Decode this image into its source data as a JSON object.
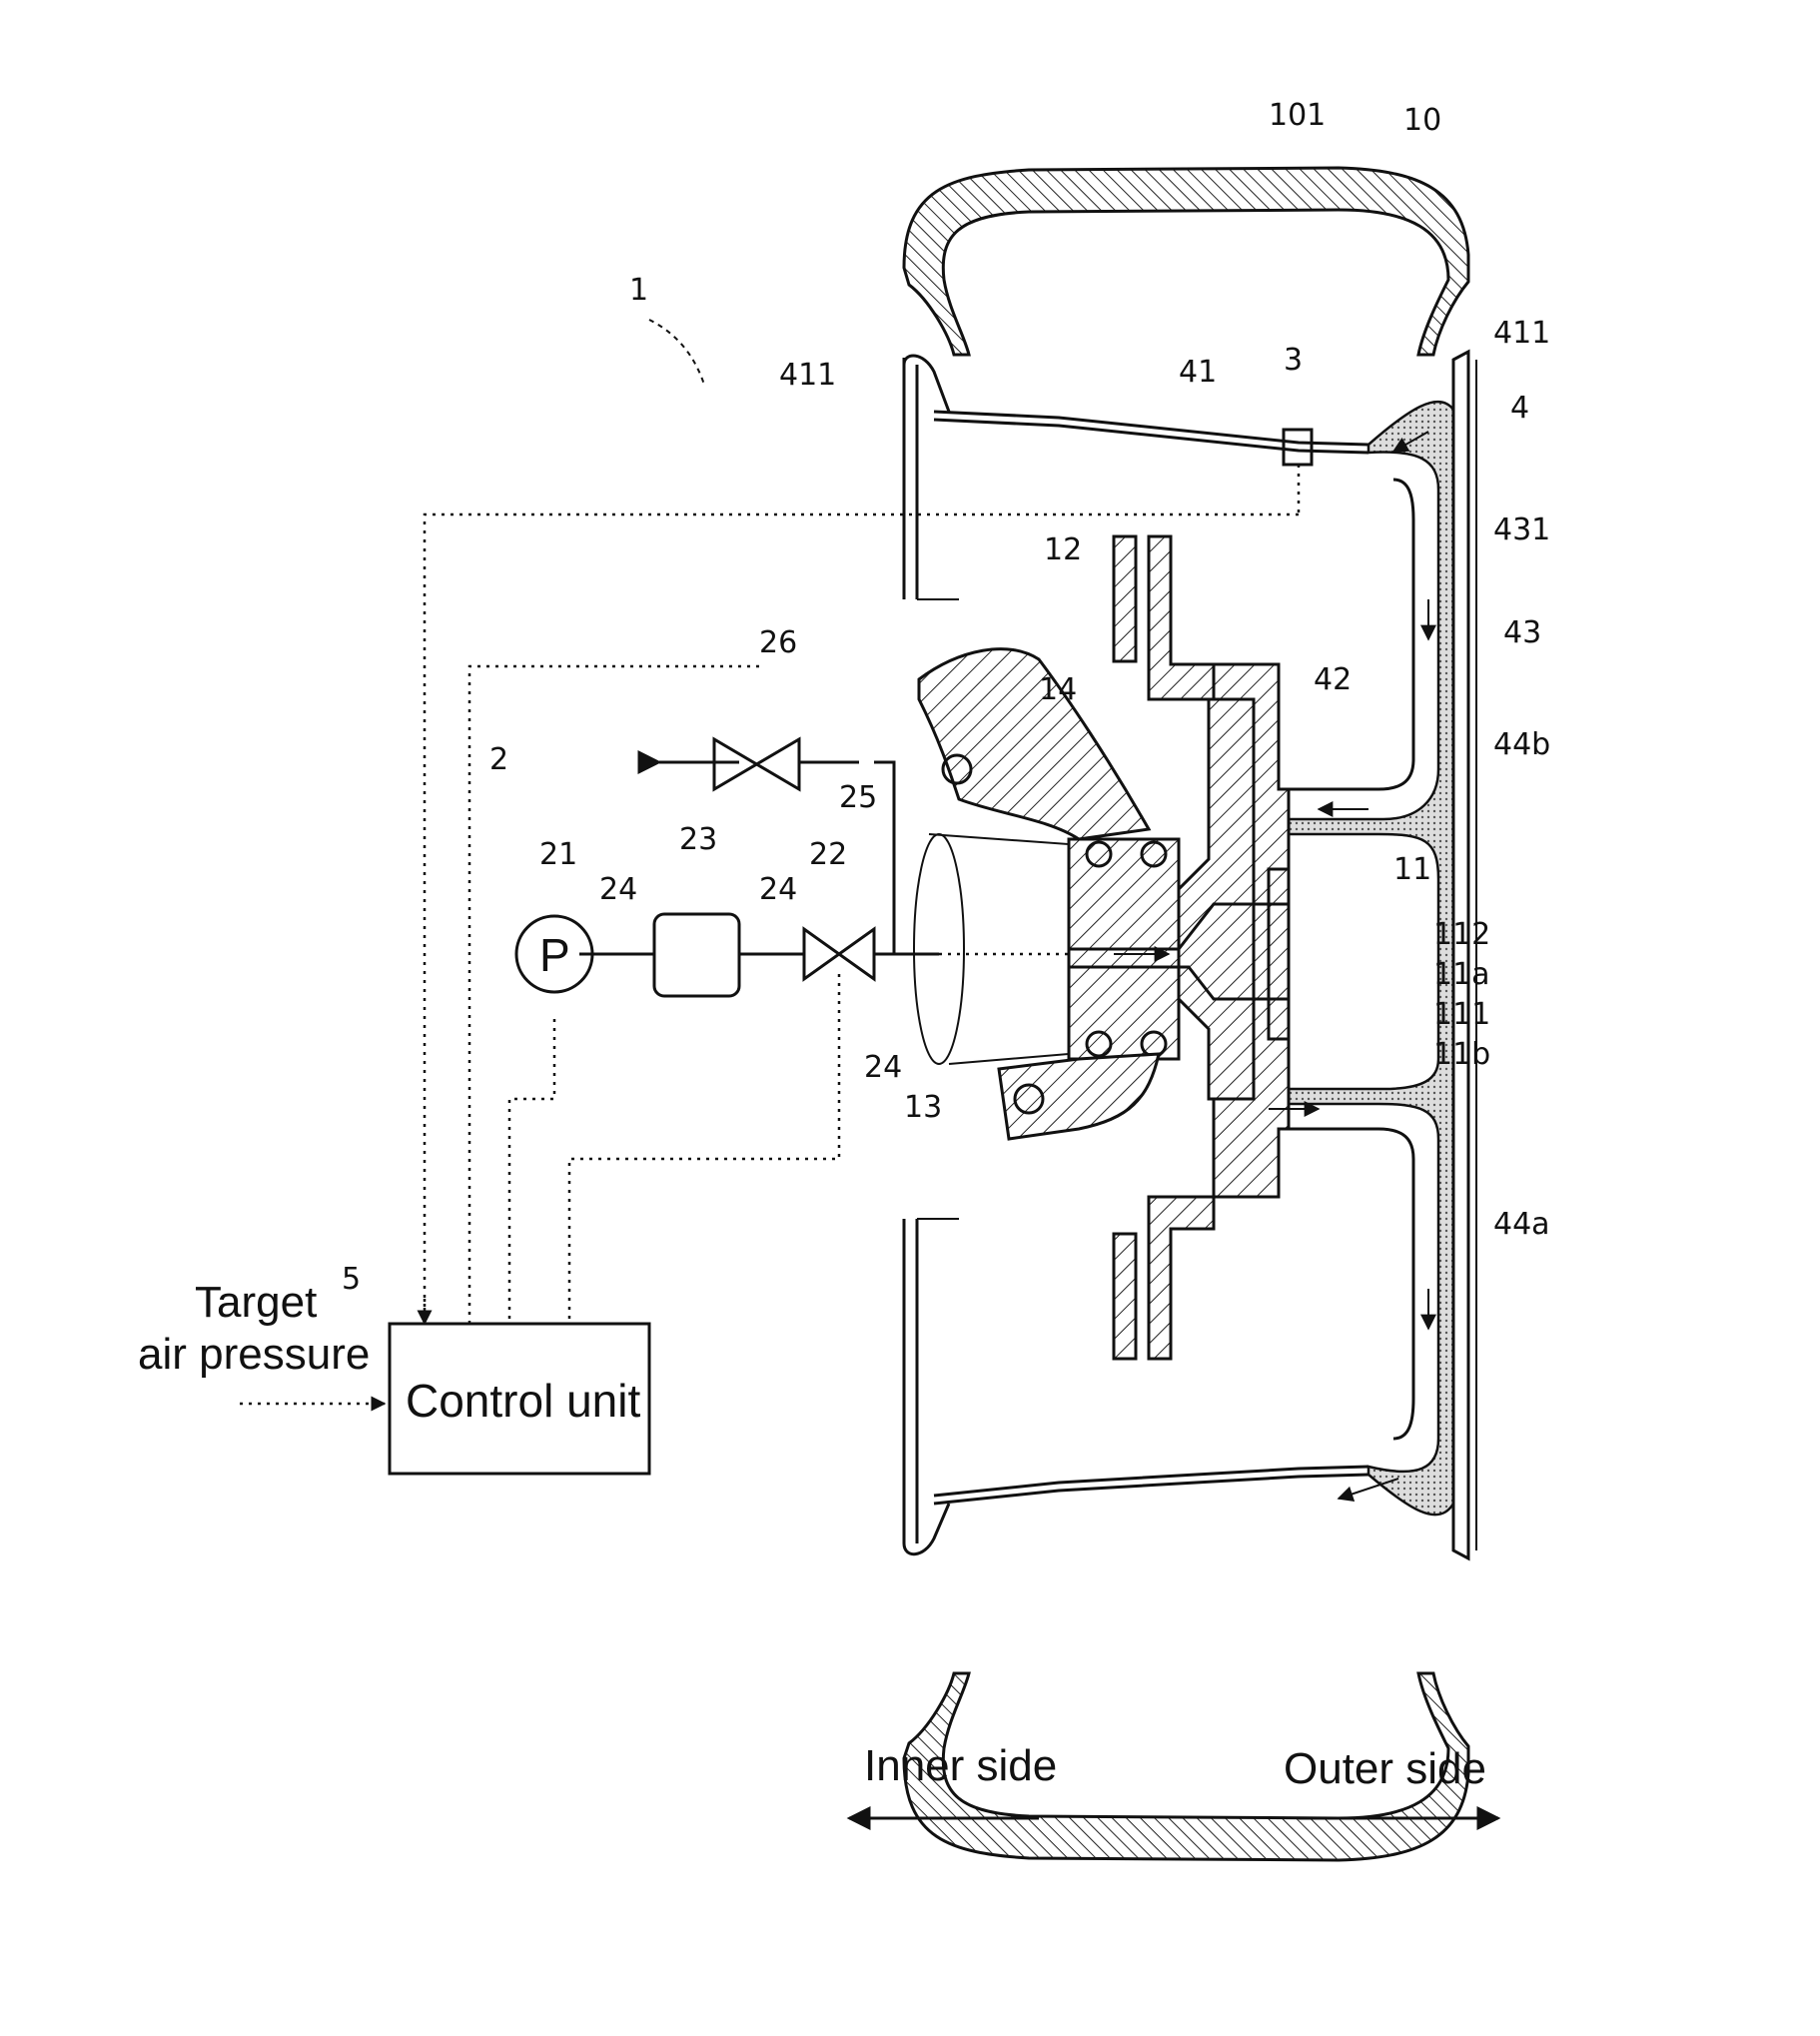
{
  "labels": {
    "system": "1",
    "supply_device": "2",
    "sensor": "3",
    "wheel": "4",
    "control_ref": "5",
    "tire": "10",
    "tire_chamber": "101",
    "hub": "11",
    "hub_inner": "111",
    "hub_passage": "112",
    "hub_a": "11a",
    "hub_b": "11b",
    "brake": "12",
    "axle": "13",
    "knuckle": "14",
    "pump_ref": "21",
    "valve_ref": "22",
    "filter_ref": "23",
    "pipe_ref": "24",
    "pipe_ref_2": "25",
    "exhaust_valve_ref": "26",
    "rim": "41",
    "rim_flange_left": "411",
    "rim_flange_right": "411",
    "disc": "42",
    "cover": "43",
    "cover_edge": "431",
    "channel_a": "44a",
    "channel_b": "44b"
  },
  "texts": {
    "target_line1": "Target",
    "target_line2": "air pressure",
    "control_unit": "Control unit",
    "pump_symbol": "P",
    "inner_side": "Inner side",
    "outer_side": "Outer side"
  }
}
